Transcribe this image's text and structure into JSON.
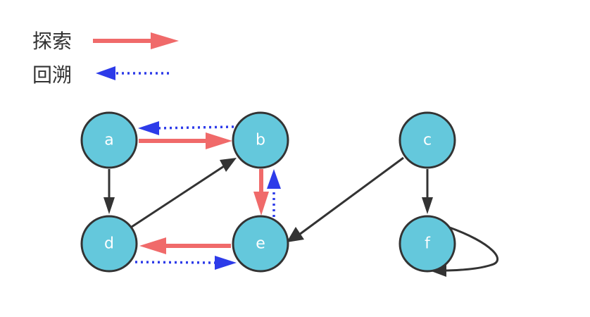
{
  "legend": {
    "explore_label": "探索",
    "backtrack_label": "回溯"
  },
  "colors": {
    "explore": "#f06a6a",
    "backtrack": "#2d3be9",
    "edge": "#333333",
    "node_fill": "#64c8dc"
  },
  "nodes": {
    "a": "a",
    "b": "b",
    "c": "c",
    "d": "d",
    "e": "e",
    "f": "f"
  }
}
